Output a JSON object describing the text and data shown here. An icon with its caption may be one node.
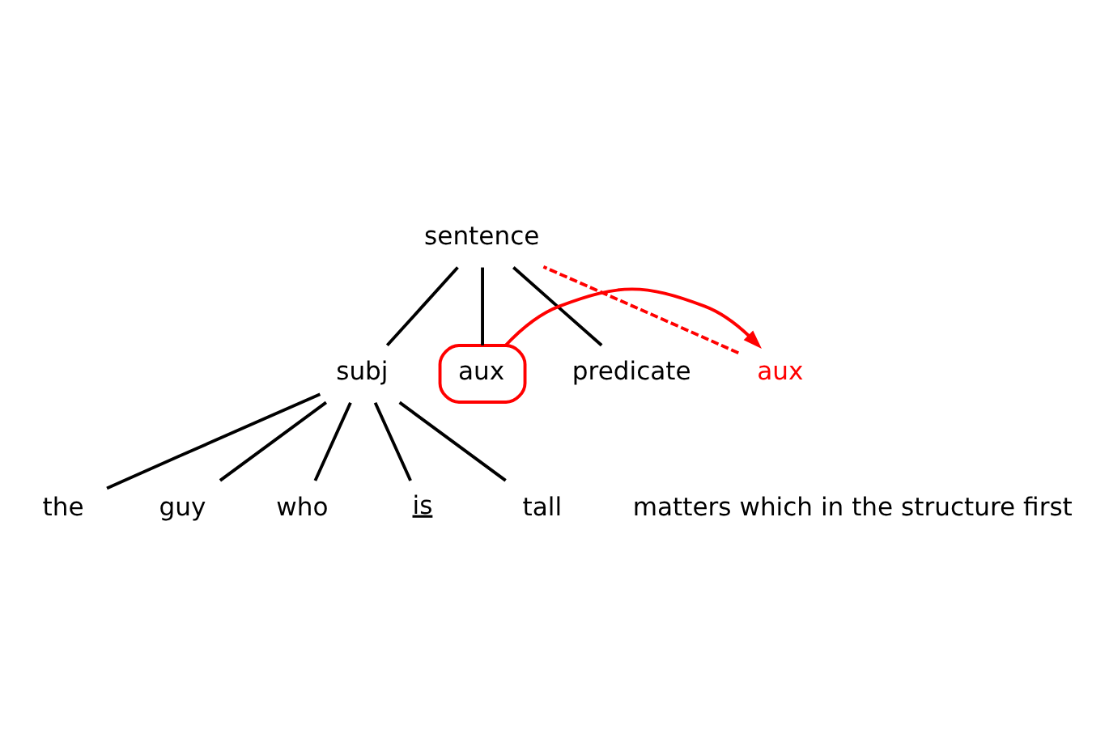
{
  "diagram": {
    "nodes": [
      {
        "text": [
          "sentence"
        ]
      },
      {
        "text": [
          "subj"
        ]
      },
      {
        "text": [
          "aux"
        ]
      },
      {
        "text": [
          "predicate"
        ]
      },
      {
        "text": [
          "aux"
        ]
      },
      {
        "text": [
          "the"
        ]
      },
      {
        "text": [
          "guy"
        ]
      },
      {
        "text": [
          "who"
        ]
      },
      {
        "text": [
          "is"
        ]
      },
      {
        "text": [
          "tall"
        ]
      }
    ],
    "edges": [
      {
        "from": 0,
        "to": 1,
        "arrow": "none"
      },
      {
        "from": 0,
        "to": 2,
        "arrow": "none"
      },
      {
        "from": 0,
        "to": 3,
        "arrow": "none"
      },
      {
        "from": 1,
        "to": 5,
        "arrow": "none"
      },
      {
        "from": 1,
        "to": 6,
        "arrow": "none"
      },
      {
        "from": 1,
        "to": 7,
        "arrow": "none"
      },
      {
        "from": 1,
        "to": 8,
        "arrow": "none"
      },
      {
        "from": 1,
        "to": 9,
        "arrow": "none"
      },
      {
        "from": 2,
        "to": 4,
        "arrow": "to",
        "color": "#ff0000"
      },
      {
        "from": 4,
        "to": 0,
        "arrow": "none",
        "style": "dashed",
        "color": "#ff0000"
      }
    ],
    "labels": [
      "matters which in the structure first"
    ]
  }
}
